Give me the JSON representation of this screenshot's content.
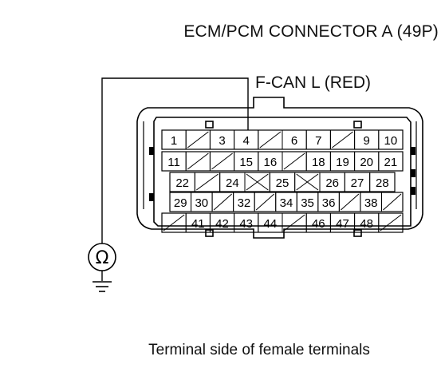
{
  "title": "ECM/PCM CONNECTOR A (49P)",
  "wire_label": "F-CAN L (RED)",
  "caption": "Terminal side of female terminals",
  "meter_symbol": "Ω",
  "ground_icon": "ground-icon",
  "rows": [
    [
      "1",
      "/",
      "3",
      "4",
      "/",
      "6",
      "7",
      "/",
      "9",
      "10"
    ],
    [
      "11",
      "/",
      "/",
      "15",
      "16",
      "/",
      "18",
      "19",
      "20",
      "21"
    ],
    [
      "22",
      "/",
      "24",
      "X",
      "25",
      "X",
      "26",
      "27",
      "28"
    ],
    [
      "29",
      "30",
      "/",
      "32",
      "/",
      "34",
      "35",
      "36",
      "/",
      "38",
      "/"
    ],
    [
      "/",
      "41",
      "42",
      "43",
      "44",
      "/",
      "46",
      "47",
      "48",
      "/"
    ]
  ],
  "probe_terminal": "4"
}
